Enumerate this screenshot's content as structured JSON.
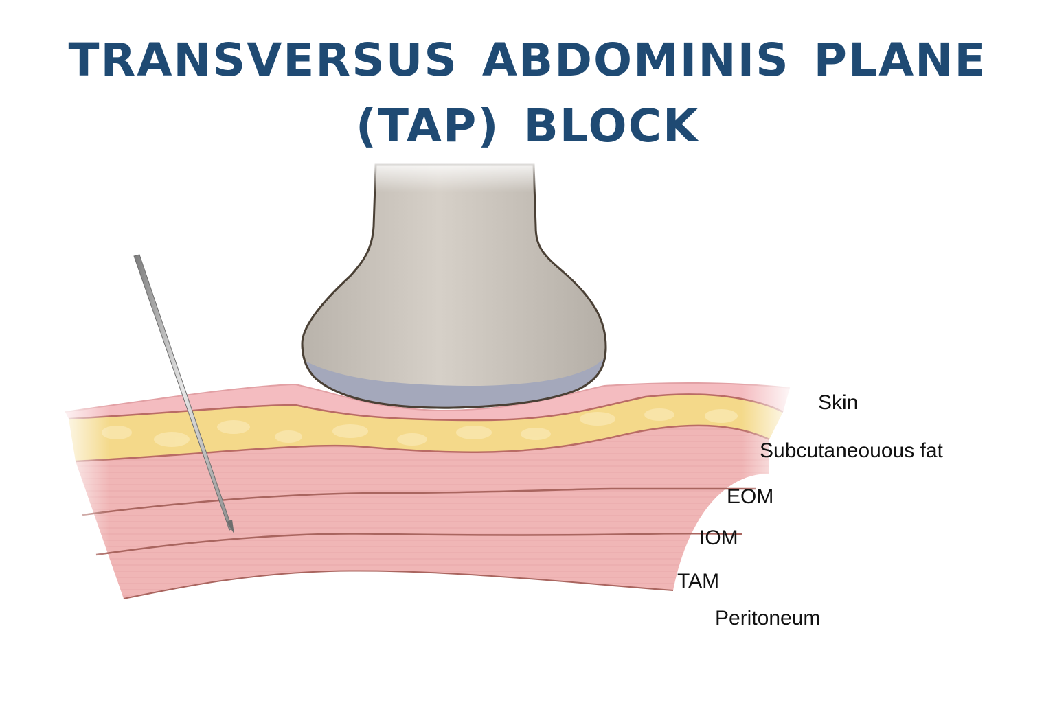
{
  "title": {
    "line1": "TRANSVERSUS ABDOMINIS PLANE",
    "line2": "(TAP) BLOCK"
  },
  "layers": {
    "skin": "Skin",
    "fat": "Subcutaneouous fat",
    "eom": "EOM",
    "iom": "IOM",
    "tam": "TAM",
    "peritoneum": "Peritoneum"
  },
  "colors": {
    "title": "#1f4a73",
    "skin": "#f4bcc0",
    "fat": "#f4d98a",
    "muscle": "#f0b6b6",
    "fascia_line": "#a9655f",
    "probe": "#cbc5bd",
    "probe_face": "#9ea2b5",
    "needle": "#a8a8a8"
  }
}
